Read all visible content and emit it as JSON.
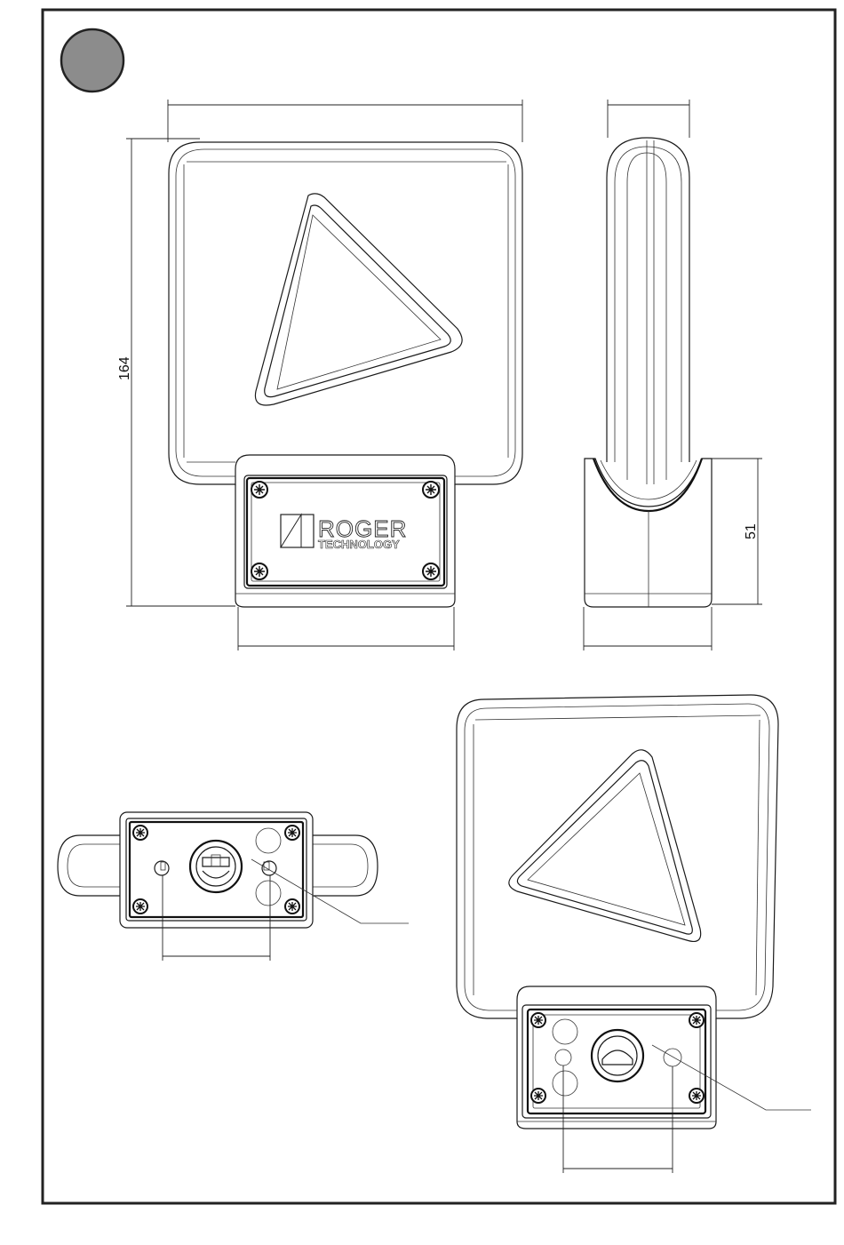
{
  "figure": {
    "badge_color": "#8c8c8c",
    "frame_color": "#222222"
  },
  "dimensions": {
    "height_label": "164",
    "base_height_label": "51"
  },
  "logo": {
    "line1": "ROGER",
    "line2": "TECHNOLOGY"
  }
}
